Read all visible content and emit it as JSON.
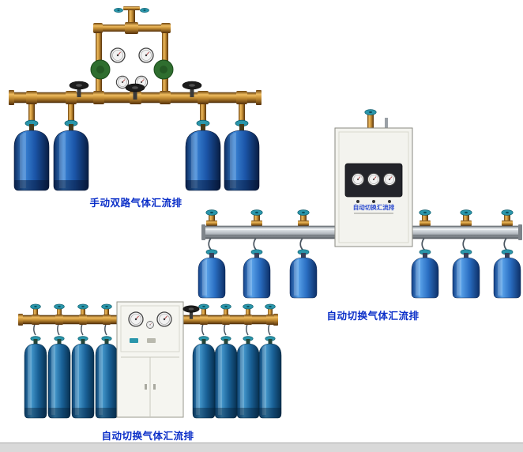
{
  "page": {
    "background": "#ffffff",
    "bottom_bar_color": "#d9d9d9"
  },
  "products": [
    {
      "name": "manual-dual-line-gas-manifold",
      "caption": "手动双路气体汇流排",
      "cylinders_visible": 4
    },
    {
      "name": "automatic-changeover-gas-manifold-wall-cabinet",
      "caption": "自动切换气体汇流排",
      "cabinet_label": "自动切换汇流排",
      "cylinders_visible": 6
    },
    {
      "name": "automatic-changeover-gas-manifold-floor-cabinet",
      "caption": "自动切换气体汇流排",
      "cylinders_visible": 8
    }
  ],
  "colors": {
    "caption_text": "#0a2ec8",
    "brass_pipe": "#c08a32",
    "cylinder_blue": "#2a6ec2",
    "valve_teal": "#2a96ab",
    "regulator_green": "#2f6e2f",
    "cabinet_body": "#f3f3ee",
    "silver_pipe": "#b4bac0"
  }
}
